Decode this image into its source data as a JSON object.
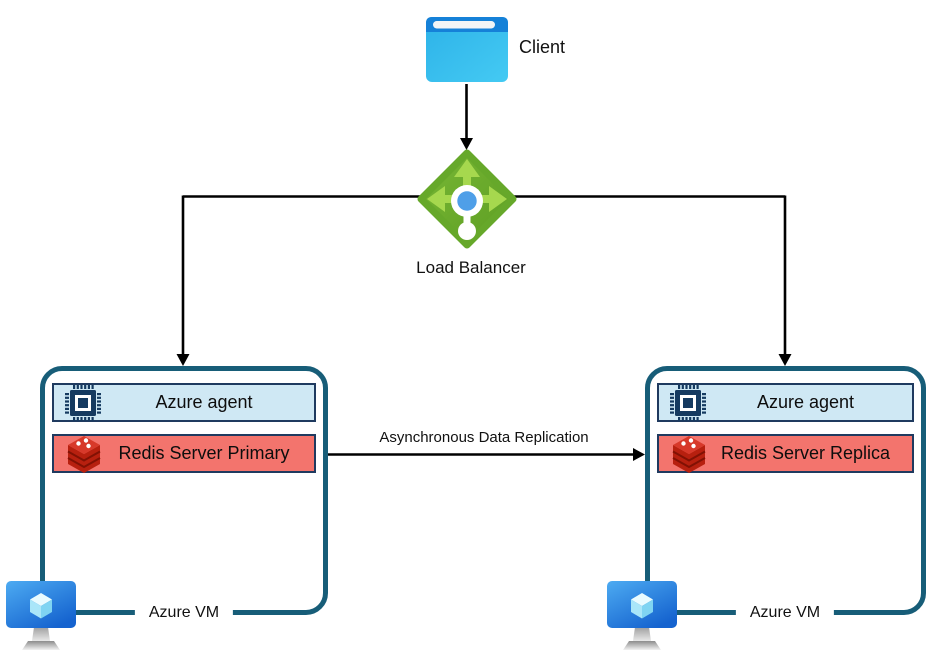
{
  "diagram": {
    "client": {
      "label": "Client"
    },
    "load_balancer": {
      "label": "Load Balancer"
    },
    "replication": {
      "label": "Asynchronous Data Replication"
    },
    "vm_left": {
      "agent_label": "Azure agent",
      "redis_label": "Redis Server Primary",
      "vm_label": "Azure VM"
    },
    "vm_right": {
      "agent_label": "Azure agent",
      "redis_label": "Redis Server Replica",
      "vm_label": "Azure VM"
    },
    "icons": {
      "client": "browser-window-icon",
      "load_balancer": "azure-load-balancer-icon",
      "agent": "cpu-chip-icon",
      "redis": "redis-cube-icon",
      "vm": "azure-vm-monitor-icon"
    },
    "colors": {
      "box_border": "#175d78",
      "bar_border": "#1f3a5f",
      "agent_bg": "#cfe8f4",
      "redis_bg": "#f3746d",
      "connector": "#000000",
      "lb_green": "#69ac2b",
      "lb_arrow_green": "#a6d84e",
      "client_blue": "#1581d8",
      "client_cyan": "#36bfee",
      "vm_screen_blue": "#2e8ee6"
    }
  }
}
